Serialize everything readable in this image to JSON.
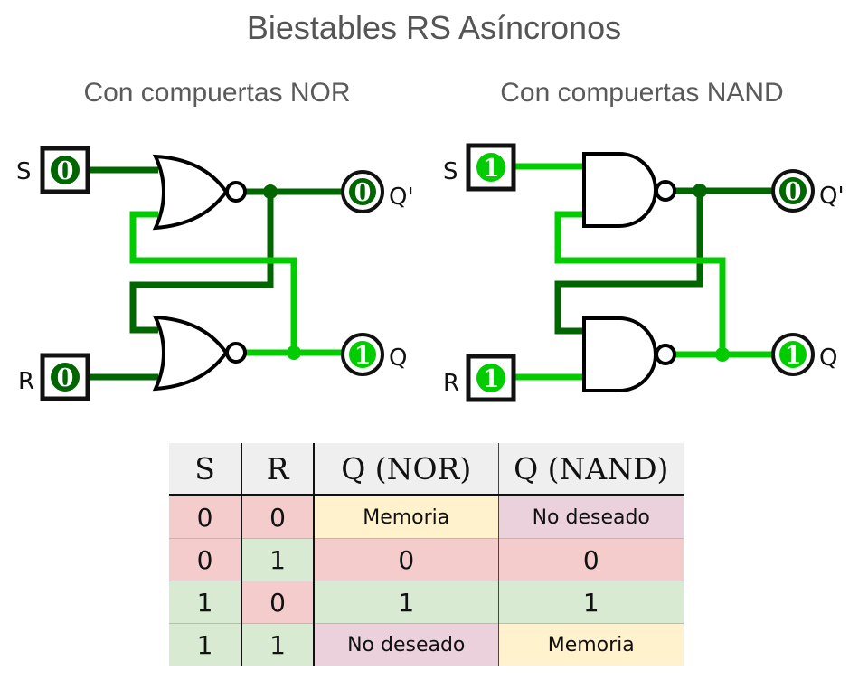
{
  "title": "Biestables RS Asíncronos",
  "colors": {
    "wire_high": "#00cc00",
    "wire_low": "#006600",
    "cell_zero": "#f4cccc",
    "cell_one": "#d9ead3",
    "cell_memory": "#fff2cc",
    "cell_undesired": "#ead1dc",
    "header_bg": "#efefef"
  },
  "circuits": [
    {
      "id": "nor",
      "subtitle": "Con compuertas NOR",
      "gate_type": "NOR",
      "inputs": {
        "S": {
          "label": "S",
          "value": "0"
        },
        "R": {
          "label": "R",
          "value": "0"
        }
      },
      "outputs": {
        "Qn": {
          "label": "Q'",
          "value": "0"
        },
        "Q": {
          "label": "Q",
          "value": "1"
        }
      }
    },
    {
      "id": "nand",
      "subtitle": "Con compuertas NAND",
      "gate_type": "NAND",
      "inputs": {
        "S": {
          "label": "S",
          "value": "1"
        },
        "R": {
          "label": "R",
          "value": "1"
        }
      },
      "outputs": {
        "Qn": {
          "label": "Q'",
          "value": "0"
        },
        "Q": {
          "label": "Q",
          "value": "1"
        }
      }
    }
  ],
  "truth_table": {
    "headers": [
      "S",
      "R",
      "Q (NOR)",
      "Q (NAND)"
    ],
    "rows": [
      {
        "cells": [
          "0",
          "0",
          "Memoria",
          "No deseado"
        ],
        "kinds": [
          "zero",
          "zero",
          "memory",
          "undesired"
        ]
      },
      {
        "cells": [
          "0",
          "1",
          "0",
          "0"
        ],
        "kinds": [
          "zero",
          "one",
          "zero",
          "zero"
        ]
      },
      {
        "cells": [
          "1",
          "0",
          "1",
          "1"
        ],
        "kinds": [
          "one",
          "zero",
          "one",
          "one"
        ]
      },
      {
        "cells": [
          "1",
          "1",
          "No deseado",
          "Memoria"
        ],
        "kinds": [
          "one",
          "one",
          "undesired",
          "memory"
        ]
      }
    ]
  }
}
